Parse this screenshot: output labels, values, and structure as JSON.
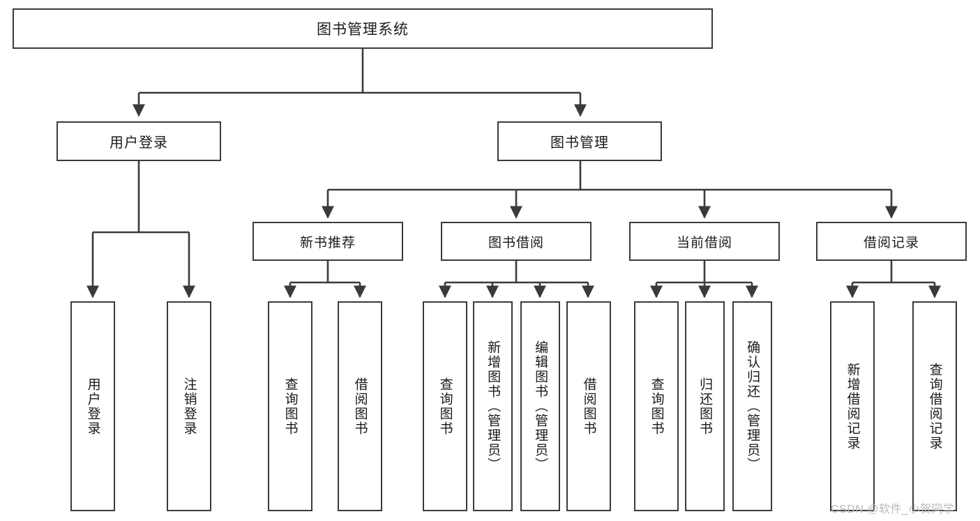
{
  "diagram": {
    "title": "图书管理系统",
    "type": "tree",
    "watermark": "CSDN @软件_小贺同学",
    "colors": {
      "box_border": "#3a3a3a",
      "box_fill": "#ffffff",
      "edge": "#3a3a3a",
      "text": "#1a1a1a",
      "watermark": "#b9b9b9",
      "background": "#ffffff"
    },
    "nodes": {
      "root": {
        "label": "图书管理系统"
      },
      "level2": [
        {
          "id": "user-login",
          "label": "用户登录"
        },
        {
          "id": "book-manage",
          "label": "图书管理"
        }
      ],
      "level3": [
        {
          "id": "new-book-rec",
          "label": "新书推荐"
        },
        {
          "id": "book-borrow",
          "label": "图书借阅"
        },
        {
          "id": "current-borrow",
          "label": "当前借阅"
        },
        {
          "id": "borrow-record",
          "label": "借阅记录"
        }
      ],
      "leaves": [
        {
          "id": "leaf-user-login",
          "parent": "user-login",
          "label": "用户登录"
        },
        {
          "id": "leaf-logout",
          "parent": "user-login",
          "label": "注销登录"
        },
        {
          "id": "leaf-query-book-1",
          "parent": "new-book-rec",
          "label": "查询图书"
        },
        {
          "id": "leaf-borrow-book-1",
          "parent": "new-book-rec",
          "label": "借阅图书"
        },
        {
          "id": "leaf-query-book-2",
          "parent": "book-borrow",
          "label": "查询图书"
        },
        {
          "id": "leaf-add-book",
          "parent": "book-borrow",
          "label": "新增图书（管理员）"
        },
        {
          "id": "leaf-edit-book",
          "parent": "book-borrow",
          "label": "编辑图书（管理员）"
        },
        {
          "id": "leaf-borrow-book-2",
          "parent": "book-borrow",
          "label": "借阅图书"
        },
        {
          "id": "leaf-query-book-3",
          "parent": "current-borrow",
          "label": "查询图书"
        },
        {
          "id": "leaf-return-book",
          "parent": "current-borrow",
          "label": "归还图书"
        },
        {
          "id": "leaf-confirm-return",
          "parent": "current-borrow",
          "label": "确认归还（管理员）"
        },
        {
          "id": "leaf-add-record",
          "parent": "borrow-record",
          "label": "新增借阅记录"
        },
        {
          "id": "leaf-query-record",
          "parent": "borrow-record",
          "label": "查询借阅记录"
        }
      ]
    }
  }
}
